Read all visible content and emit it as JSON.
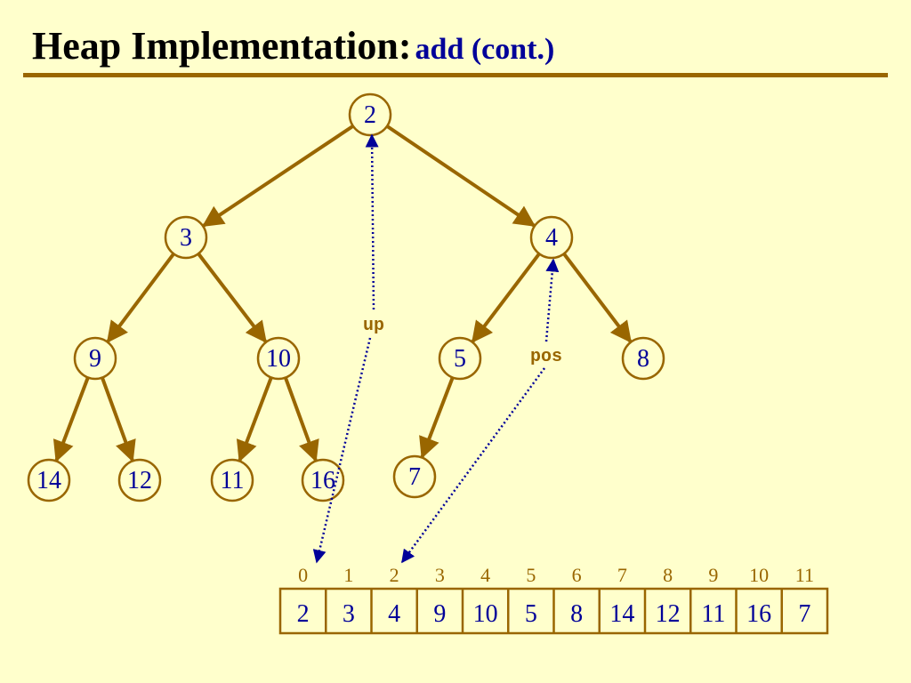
{
  "title": {
    "main": "Heap Implementation:",
    "sub": "add (cont.)"
  },
  "colors": {
    "background": "#FFFFCC",
    "edge": "#996600",
    "text": "#000099",
    "pointer": "#000099"
  },
  "tree": {
    "nodes": [
      {
        "id": "n0",
        "value": "2"
      },
      {
        "id": "n1",
        "value": "3"
      },
      {
        "id": "n2",
        "value": "4"
      },
      {
        "id": "n3",
        "value": "9"
      },
      {
        "id": "n4",
        "value": "10"
      },
      {
        "id": "n5",
        "value": "5"
      },
      {
        "id": "n6",
        "value": "8"
      },
      {
        "id": "n7",
        "value": "14"
      },
      {
        "id": "n8",
        "value": "12"
      },
      {
        "id": "n9",
        "value": "11"
      },
      {
        "id": "n10",
        "value": "16"
      },
      {
        "id": "n11",
        "value": "7"
      }
    ],
    "edges": [
      {
        "from": "n0",
        "to": "n1"
      },
      {
        "from": "n0",
        "to": "n2"
      },
      {
        "from": "n1",
        "to": "n3"
      },
      {
        "from": "n1",
        "to": "n4"
      },
      {
        "from": "n2",
        "to": "n5"
      },
      {
        "from": "n2",
        "to": "n6"
      },
      {
        "from": "n3",
        "to": "n7"
      },
      {
        "from": "n3",
        "to": "n8"
      },
      {
        "from": "n4",
        "to": "n9"
      },
      {
        "from": "n4",
        "to": "n10"
      },
      {
        "from": "n5",
        "to": "n11"
      }
    ]
  },
  "pointers": [
    {
      "label": "up",
      "array_index": 0,
      "node": "n0"
    },
    {
      "label": "pos",
      "array_index": 2,
      "node": "n2"
    }
  ],
  "array": {
    "indices": [
      "0",
      "1",
      "2",
      "3",
      "4",
      "5",
      "6",
      "7",
      "8",
      "9",
      "10",
      "11"
    ],
    "values": [
      "2",
      "3",
      "4",
      "9",
      "10",
      "5",
      "8",
      "14",
      "12",
      "11",
      "16",
      "7"
    ]
  }
}
